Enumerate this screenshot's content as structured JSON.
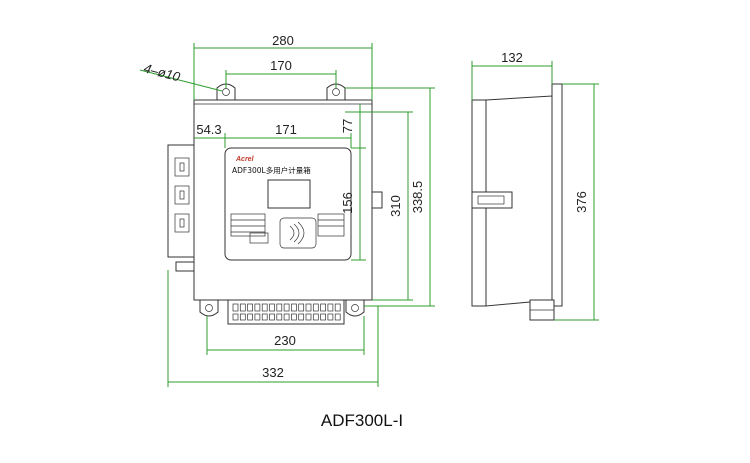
{
  "hole_label": "4–ø10",
  "front_dims": {
    "overall_width_top": "280",
    "hole_spacing": "170",
    "left_offset": "54.3",
    "window_width": "171",
    "top_offset": "77",
    "window_height": "156",
    "height_310": "310",
    "height_338": "338.5",
    "bottom_width": "230",
    "overall_width_bottom": "332"
  },
  "side_dims": {
    "depth": "132",
    "height": "376"
  },
  "panel": {
    "brand": "Acrel",
    "product_title": "ADF300L多用户计量箱"
  },
  "caption": "ADF300L-I"
}
